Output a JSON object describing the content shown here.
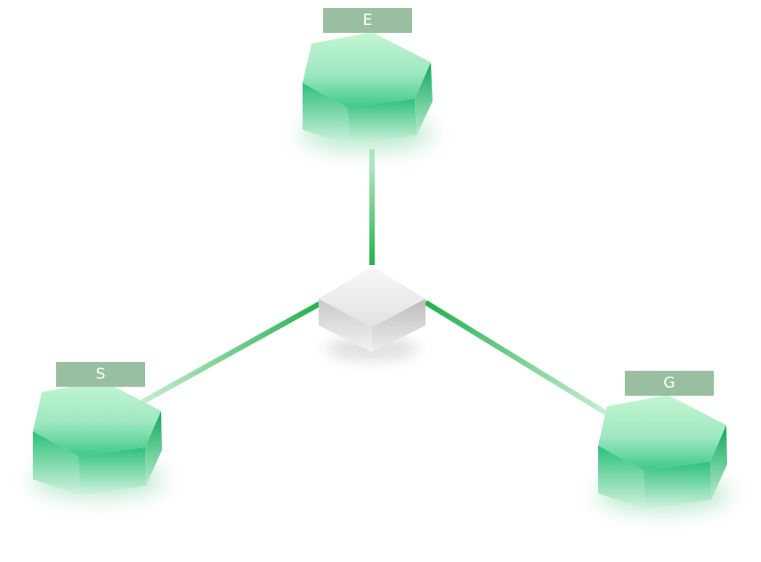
{
  "nodes": {
    "e": {
      "label": "E"
    },
    "s": {
      "label": "S"
    },
    "g": {
      "label": "G"
    }
  },
  "colors": {
    "hex_top": "#bff5cf",
    "hex_side": "#18b46a",
    "hex_front_light": "#d9f5e2",
    "link": "#22b24c",
    "label_bg": "#99bfa0",
    "hub_top": "#f2f2f2",
    "hub_side": "#bdbdbd"
  },
  "hub": {
    "icon": "cube-icon"
  }
}
